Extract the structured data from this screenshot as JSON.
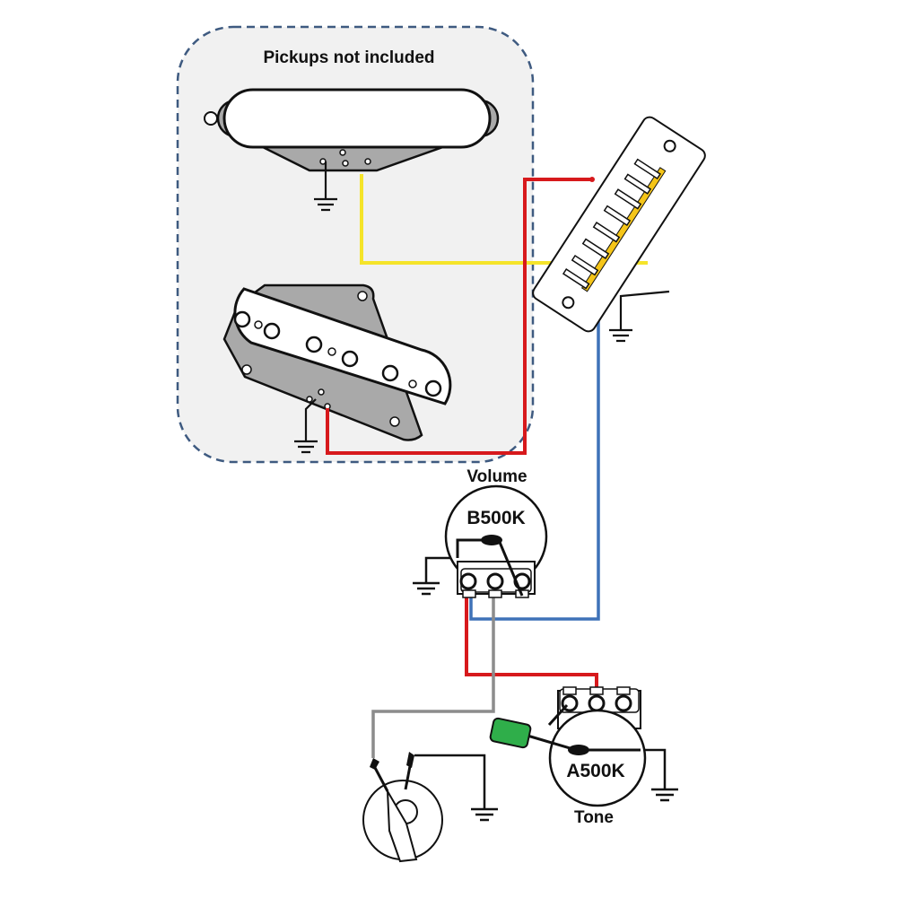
{
  "labels": {
    "pickups_note": "Pickups not included",
    "volume_title": "Volume",
    "volume_value": "B500K",
    "tone_value": "A500K",
    "tone_title": "Tone"
  },
  "colors": {
    "red": "#d7191c",
    "yellow": "#f5e42a",
    "blue": "#3f72b8",
    "gray": "#8c8c8c",
    "black": "#111111",
    "capacitor": "#2fae4a",
    "pickup_area": "#f1f1f1",
    "dashed_border": "#3e5a80",
    "pickup_plate": "#a9a9a9"
  },
  "components": {
    "switch": "3-way-switch",
    "volume_pot": "volume-potentiometer",
    "tone_pot": "tone-potentiometer",
    "capacitor": "capacitor-icon",
    "jack": "output-jack",
    "ground": "ground-icon"
  }
}
